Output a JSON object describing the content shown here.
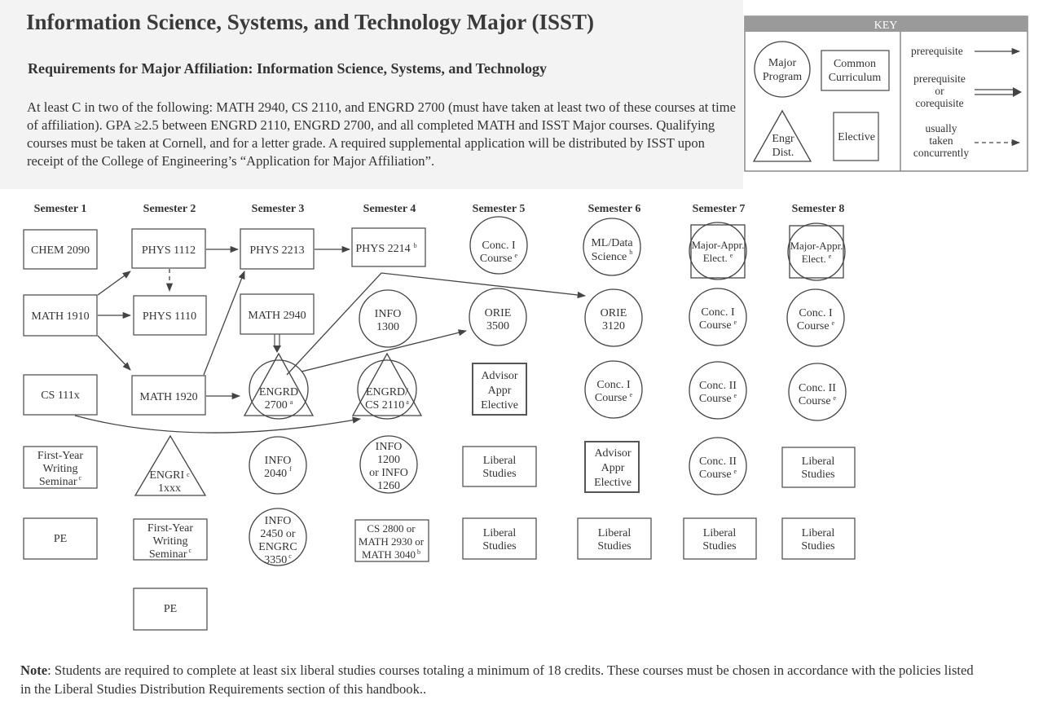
{
  "title": "Information Science, Systems, and Technology Major (ISST)",
  "subtitle": "Requirements for Major Affiliation:  Information Science, Systems, and Technology",
  "requirements_text": "At least C in two of the following: MATH 2940, CS 2110, and ENGRD 2700 (must have taken at least two of these courses at time of affiliation). GPA ≥2.5 between ENGRD 2110, ENGRD 2700, and all completed MATH and ISST Major courses. Qualifying courses must be taken at Cornell, and for a letter grade. A required supplemental application will be distributed by ISST upon receipt of the College of Engineering’s “Application for Major Affiliation”.",
  "key": {
    "title": "KEY",
    "shapes": {
      "major_program": [
        "Major",
        "Program"
      ],
      "common_curriculum": [
        "Common",
        "Curriculum"
      ],
      "engr_dist": [
        "Engr",
        "Dist."
      ],
      "elective": [
        "Elective"
      ]
    },
    "arrows": {
      "prerequisite": [
        "prerequisite"
      ],
      "prereq_or_coreq": [
        "prerequisite",
        "or",
        "corequisite"
      ],
      "usually_concurrent": [
        "usually",
        "taken",
        "concurrently"
      ]
    }
  },
  "semesters": [
    "Semester 1",
    "Semester 2",
    "Semester 3",
    "Semester 4",
    "Semester 5",
    "Semester 6",
    "Semester 7",
    "Semester 8"
  ],
  "courses": {
    "chem2090": {
      "lines": [
        "CHEM 2090"
      ]
    },
    "math1910": {
      "lines": [
        "MATH 1910"
      ]
    },
    "cs111x": {
      "lines": [
        "CS 111x"
      ]
    },
    "fyws1": {
      "lines": [
        "First-Year",
        "Writing",
        "Seminar"
      ],
      "sup": "c"
    },
    "pe1": {
      "lines": [
        "PE"
      ]
    },
    "phys1112": {
      "lines": [
        "PHYS 1112"
      ]
    },
    "phys1110": {
      "lines": [
        "PHYS 1110"
      ]
    },
    "math1920": {
      "lines": [
        "MATH 1920"
      ]
    },
    "engri": {
      "lines": [
        "ENGRI",
        "1xxx"
      ],
      "sup": "c"
    },
    "fyws2": {
      "lines": [
        "First-Year",
        "Writing",
        "Seminar"
      ],
      "sup": "c"
    },
    "pe2": {
      "lines": [
        "PE"
      ]
    },
    "phys2213": {
      "lines": [
        "PHYS 2213"
      ]
    },
    "math2940": {
      "lines": [
        "MATH 2940"
      ]
    },
    "engrd2700": {
      "lines": [
        "ENGRD",
        "2700"
      ],
      "sup": "a"
    },
    "info2040": {
      "lines": [
        "INFO",
        "2040"
      ],
      "sup": "f"
    },
    "info2450": {
      "lines": [
        "INFO",
        "2450 or",
        "ENGRC",
        "3350"
      ],
      "sup": "c"
    },
    "phys2214": {
      "lines": [
        "PHYS 2214"
      ],
      "sup": "b"
    },
    "info1300": {
      "lines": [
        "INFO",
        "1300"
      ]
    },
    "cs2110": {
      "lines": [
        "ENGRD/",
        "CS 2110"
      ],
      "sup": "a"
    },
    "info1200": {
      "lines": [
        "INFO",
        "1200",
        "or INFO",
        "1260"
      ]
    },
    "cs2800": {
      "lines": [
        "CS 2800 or",
        "MATH 2930 or",
        "MATH 3040"
      ],
      "sup": "b"
    },
    "conc1_s5": {
      "lines": [
        "Conc. I",
        "Course"
      ],
      "sup": "e"
    },
    "orie3500": {
      "lines": [
        "ORIE",
        "3500"
      ]
    },
    "advisor_s5": {
      "lines": [
        "Advisor",
        "Appr",
        "Elective"
      ]
    },
    "lib_s5a": {
      "lines": [
        "Liberal",
        "Studies"
      ]
    },
    "lib_s5b": {
      "lines": [
        "Liberal",
        "Studies"
      ]
    },
    "ml_s6": {
      "lines": [
        "ML/Data",
        "Science"
      ],
      "sup": "h"
    },
    "orie3120": {
      "lines": [
        "ORIE",
        "3120"
      ]
    },
    "conc1_s6": {
      "lines": [
        "Conc. I",
        "Course"
      ],
      "sup": "e"
    },
    "advisor_s6": {
      "lines": [
        "Advisor",
        "Appr",
        "Elective"
      ]
    },
    "lib_s6": {
      "lines": [
        "Liberal",
        "Studies"
      ]
    },
    "major_s7": {
      "lines": [
        "Major-Appr.",
        "Elect."
      ],
      "sup": "e"
    },
    "conc1_s7": {
      "lines": [
        "Conc. I",
        "Course"
      ],
      "sup": "e"
    },
    "conc2_s7a": {
      "lines": [
        "Conc. II",
        "Course"
      ],
      "sup": "e"
    },
    "conc2_s7b": {
      "lines": [
        "Conc. II",
        "Course"
      ],
      "sup": "e"
    },
    "lib_s7": {
      "lines": [
        "Liberal",
        "Studies"
      ]
    },
    "major_s8": {
      "lines": [
        "Major-Appr.",
        "Elect."
      ],
      "sup": "e"
    },
    "conc1_s8": {
      "lines": [
        "Conc. I",
        "Course"
      ],
      "sup": "e"
    },
    "conc2_s8": {
      "lines": [
        "Conc. II",
        "Course"
      ],
      "sup": "e"
    },
    "lib_s8a": {
      "lines": [
        "Liberal",
        "Studies"
      ]
    },
    "lib_s8b": {
      "lines": [
        "Liberal",
        "Studies"
      ]
    }
  },
  "note": {
    "label": "Note",
    "text": ": Students are required to complete at least six liberal studies courses totaling a minimum of 18 credits.  These courses must be chosen in accordance with the policies listed in the Liberal Studies Distribution Requirements section of this handbook.."
  }
}
